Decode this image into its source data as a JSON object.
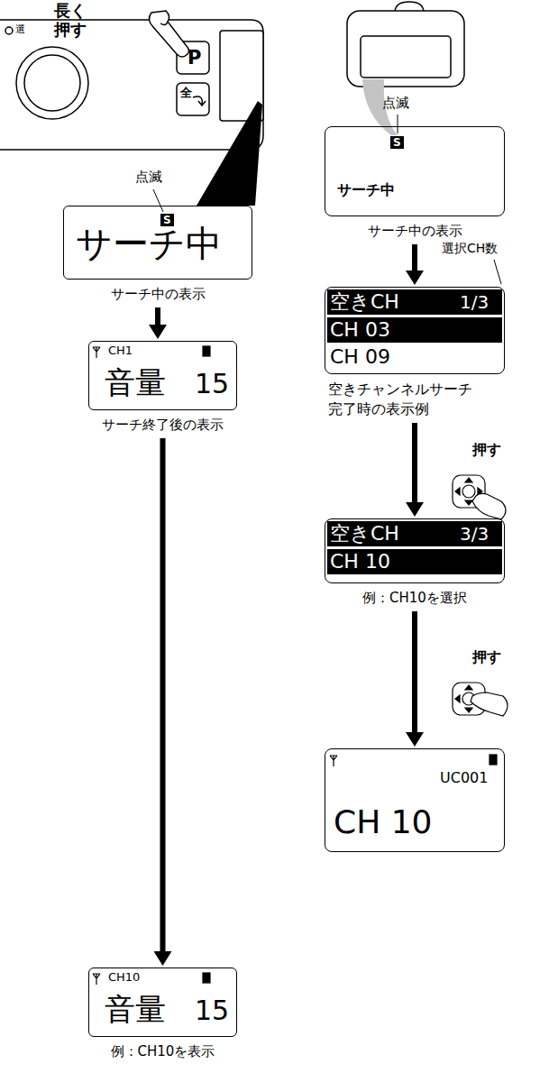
{
  "diagram": {
    "nodes": [
      {
        "text": [
          "S",
          "サーチ中",
          "サーチ中の表示"
        ]
      },
      {
        "text": [
          "CH1",
          "音量",
          "15",
          "サーチ終了後の表示"
        ]
      },
      {
        "text": [
          "CH10",
          "音量",
          "15",
          "例：CH10を表示"
        ]
      },
      {
        "text": [
          "S",
          "サーチ中",
          "サーチ中の表示"
        ]
      },
      {
        "text": [
          "空きCH",
          "1/3",
          "CH 03",
          "CH 09",
          "空きチャンネルサーチ 完了時の表示例"
        ]
      },
      {
        "text": [
          "空きCH",
          "3/3",
          "CH 10",
          "例：CH10を選択"
        ]
      },
      {
        "text": [
          "UC001",
          "CH 10"
        ]
      }
    ],
    "edges": [
      {
        "from": 0,
        "to": 1,
        "arrow": "to"
      },
      {
        "from": 1,
        "to": 2,
        "arrow": "to"
      },
      {
        "from": 3,
        "to": 4,
        "arrow": "to"
      },
      {
        "from": 4,
        "to": 5,
        "arrow": "to"
      },
      {
        "from": 5,
        "to": 6,
        "arrow": "to"
      }
    ],
    "labels": [
      "選",
      "長く",
      "押す",
      "P",
      "全",
      "点滅",
      "点滅",
      "選択CH数",
      "押す",
      "押す"
    ]
  }
}
